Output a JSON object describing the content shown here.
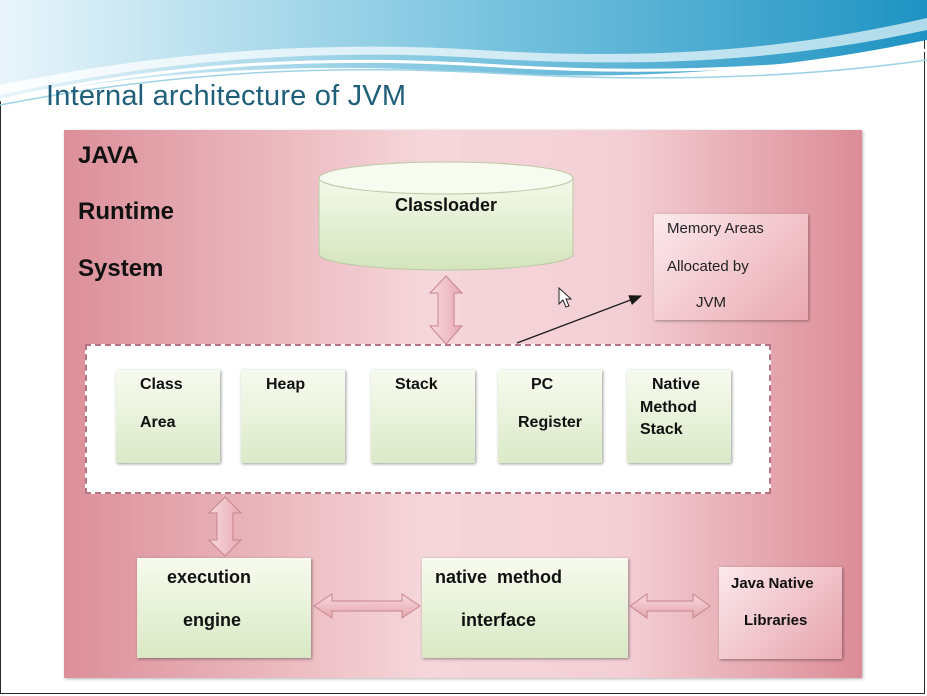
{
  "slide": {
    "title": "Internal architecture of JVM"
  },
  "runtime_system": {
    "line1": "JAVA",
    "line2": "Runtime",
    "line3": "System"
  },
  "classloader": {
    "label": "Classloader"
  },
  "memory_note": {
    "line1": "Memory Areas",
    "line2": "Allocated by",
    "line3": "JVM"
  },
  "memory_areas": [
    {
      "line1": "Class",
      "line2": "Area"
    },
    {
      "line1": "Heap",
      "line2": ""
    },
    {
      "line1": "Stack",
      "line2": ""
    },
    {
      "line1": "PC",
      "line2": "Register"
    },
    {
      "line1": "Native",
      "line2": "Method",
      "line3": "Stack"
    }
  ],
  "execution_engine": {
    "line1": "execution",
    "line2": "engine"
  },
  "native_interface": {
    "line1": "native  method",
    "line2": "interface"
  },
  "native_libraries": {
    "line1": "Java Native",
    "line2": "Libraries"
  },
  "colors": {
    "title": "#1f5f7a",
    "panel": "#f3cfd5",
    "green_box": "#dbe9c8",
    "pink_box": "#e9a9b2",
    "banner_blue": "#2fa3c9"
  },
  "icons": [
    "cursor-icon"
  ]
}
